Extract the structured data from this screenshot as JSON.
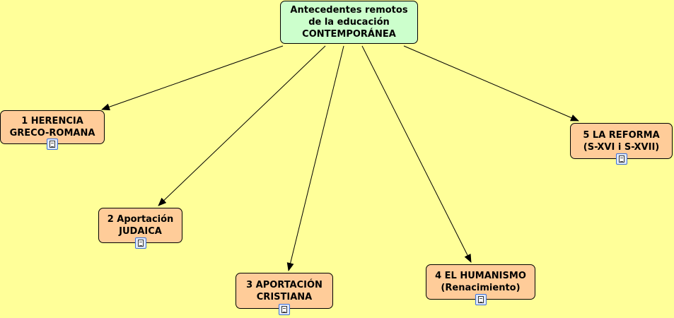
{
  "root": {
    "label": "Antecedentes remotos\nde la educación\nCONTEMPORÁNEA"
  },
  "nodes": [
    {
      "label": "1 HERENCIA\nGRECO-ROMANA"
    },
    {
      "label": "2 Aportación\nJUDAICA"
    },
    {
      "label": "3 APORTACIÓN\nCRISTIANA"
    },
    {
      "label": "4 EL HUMANISMO\n(Renacimiento)"
    },
    {
      "label": "5 LA REFORMA\n(S-XVI i S-XVII)"
    }
  ],
  "icons": {
    "resource": "document-icon"
  },
  "colors": {
    "background": "#ffff99",
    "root_fill": "#ccffcc",
    "node_fill": "#ffcc99",
    "link": "#000000"
  }
}
